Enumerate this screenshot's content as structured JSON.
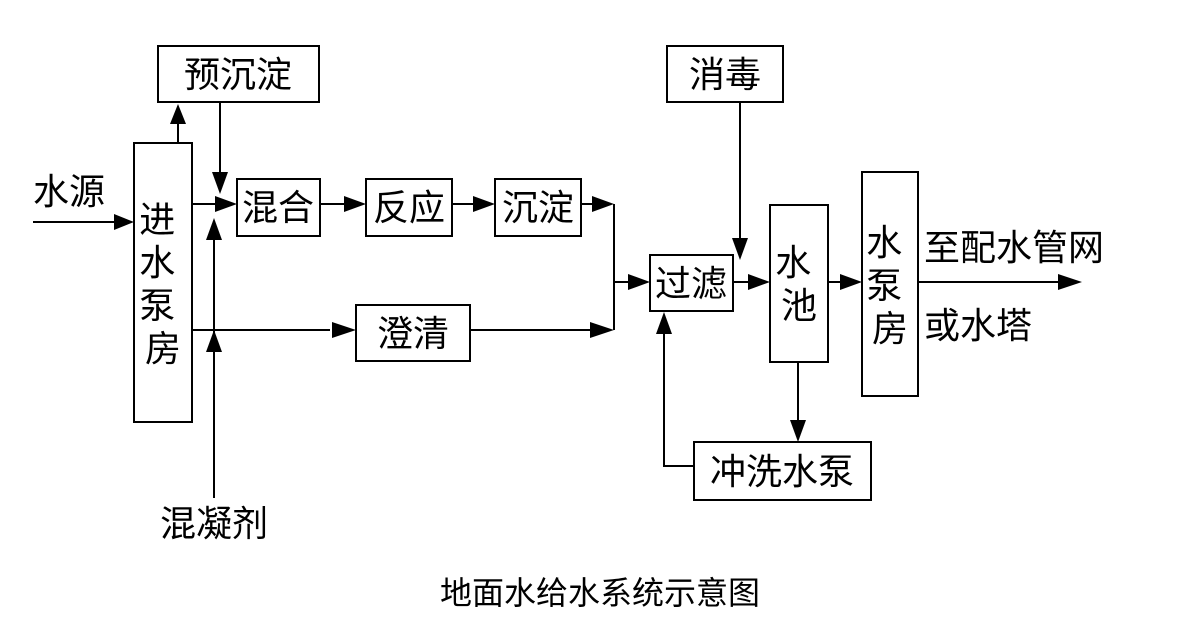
{
  "labels": {
    "source": "水源",
    "pump_house_in": "进水泵房",
    "pre_sedimentation": "预沉淀",
    "coagulant": "混凝剂",
    "mixing": "混合",
    "reaction": "反应",
    "sedimentation": "沉淀",
    "clarification": "澄清",
    "filtration": "过滤",
    "disinfection": "消毒",
    "reservoir": "水池",
    "backwash_pump": "冲洗水泵",
    "pump_house_out": "水泵房",
    "output_line1": "至配水管网",
    "output_line2": "或水塔"
  },
  "caption": "地面水给水系统示意图"
}
